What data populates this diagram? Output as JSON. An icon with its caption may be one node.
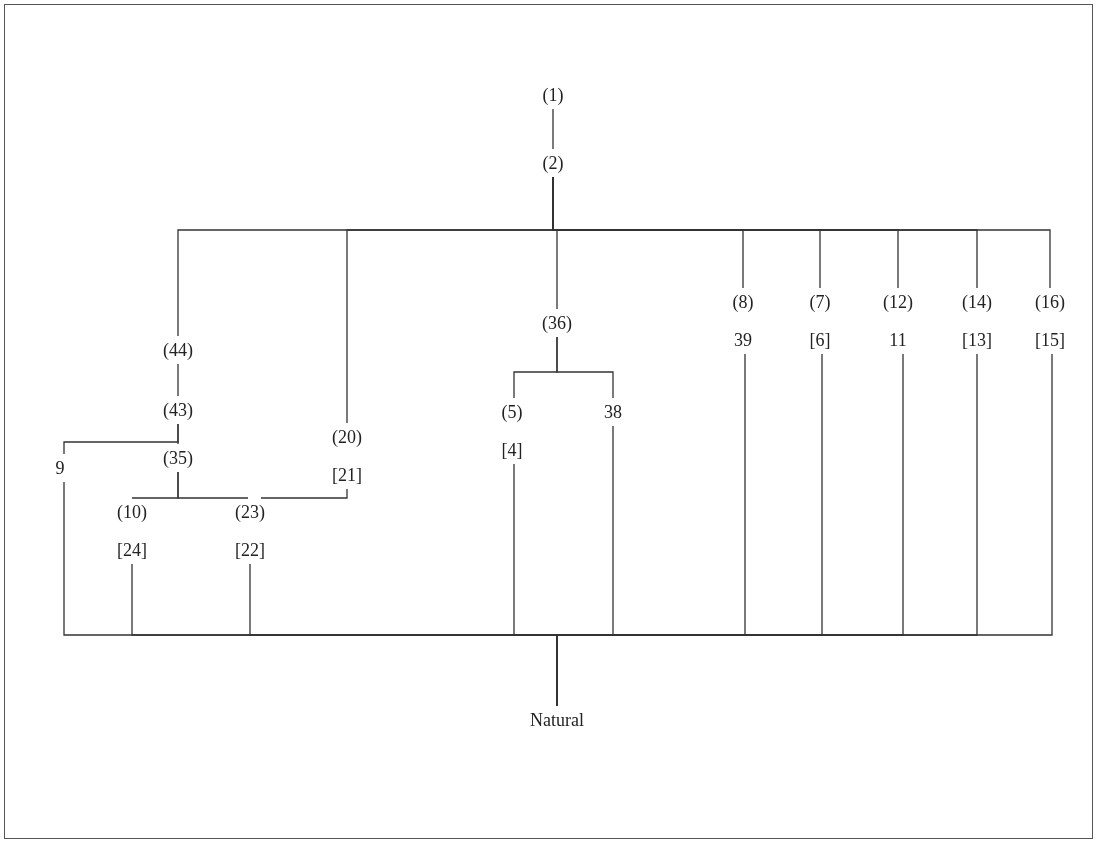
{
  "diagram": {
    "nodes": [
      {
        "text": [
          "(1)"
        ]
      },
      {
        "text": [
          "(2)"
        ]
      },
      {
        "text": [
          "(8)",
          "39"
        ]
      },
      {
        "text": [
          "(7)",
          "[6]"
        ]
      },
      {
        "text": [
          "(12)",
          "11"
        ]
      },
      {
        "text": [
          "(14)",
          "[13]"
        ]
      },
      {
        "text": [
          "(16)",
          "[15]"
        ]
      },
      {
        "text": [
          "(36)"
        ]
      },
      {
        "text": [
          "(44)"
        ]
      },
      {
        "text": [
          "(43)"
        ]
      },
      {
        "text": [
          "(20)",
          "[21]"
        ]
      },
      {
        "text": [
          "(5)",
          "[4]"
        ]
      },
      {
        "text": [
          "38"
        ]
      },
      {
        "text": [
          "(35)"
        ]
      },
      {
        "text": [
          "9"
        ]
      },
      {
        "text": [
          "(10)",
          "[24]"
        ]
      },
      {
        "text": [
          "(23)",
          "[22]"
        ]
      },
      {
        "text": [
          "Natural"
        ]
      }
    ],
    "edges": [
      {
        "from": 0,
        "to": 1,
        "arrow": "none"
      },
      {
        "from": 1,
        "to": 8,
        "arrow": "none"
      },
      {
        "from": 1,
        "to": 10,
        "arrow": "none"
      },
      {
        "from": 1,
        "to": 7,
        "arrow": "none"
      },
      {
        "from": 1,
        "to": 2,
        "arrow": "none"
      },
      {
        "from": 1,
        "to": 3,
        "arrow": "none"
      },
      {
        "from": 1,
        "to": 4,
        "arrow": "none"
      },
      {
        "from": 1,
        "to": 5,
        "arrow": "none"
      },
      {
        "from": 1,
        "to": 6,
        "arrow": "none"
      },
      {
        "from": 8,
        "to": 9,
        "arrow": "none"
      },
      {
        "from": 9,
        "to": 14,
        "arrow": "none"
      },
      {
        "from": 9,
        "to": 13,
        "arrow": "none"
      },
      {
        "from": 13,
        "to": 15,
        "arrow": "none"
      },
      {
        "from": 13,
        "to": 16,
        "arrow": "none"
      },
      {
        "from": 10,
        "to": 16,
        "arrow": "none"
      },
      {
        "from": 7,
        "to": 11,
        "arrow": "none"
      },
      {
        "from": 7,
        "to": 12,
        "arrow": "none"
      },
      {
        "from": 14,
        "to": 17,
        "arrow": "none"
      },
      {
        "from": 15,
        "to": 17,
        "arrow": "none"
      },
      {
        "from": 16,
        "to": 17,
        "arrow": "none"
      },
      {
        "from": 11,
        "to": 17,
        "arrow": "none"
      },
      {
        "from": 12,
        "to": 17,
        "arrow": "none"
      },
      {
        "from": 2,
        "to": 17,
        "arrow": "none"
      },
      {
        "from": 3,
        "to": 17,
        "arrow": "none"
      },
      {
        "from": 4,
        "to": 17,
        "arrow": "none"
      },
      {
        "from": 5,
        "to": 17,
        "arrow": "none"
      },
      {
        "from": 6,
        "to": 17,
        "arrow": "none"
      }
    ]
  }
}
